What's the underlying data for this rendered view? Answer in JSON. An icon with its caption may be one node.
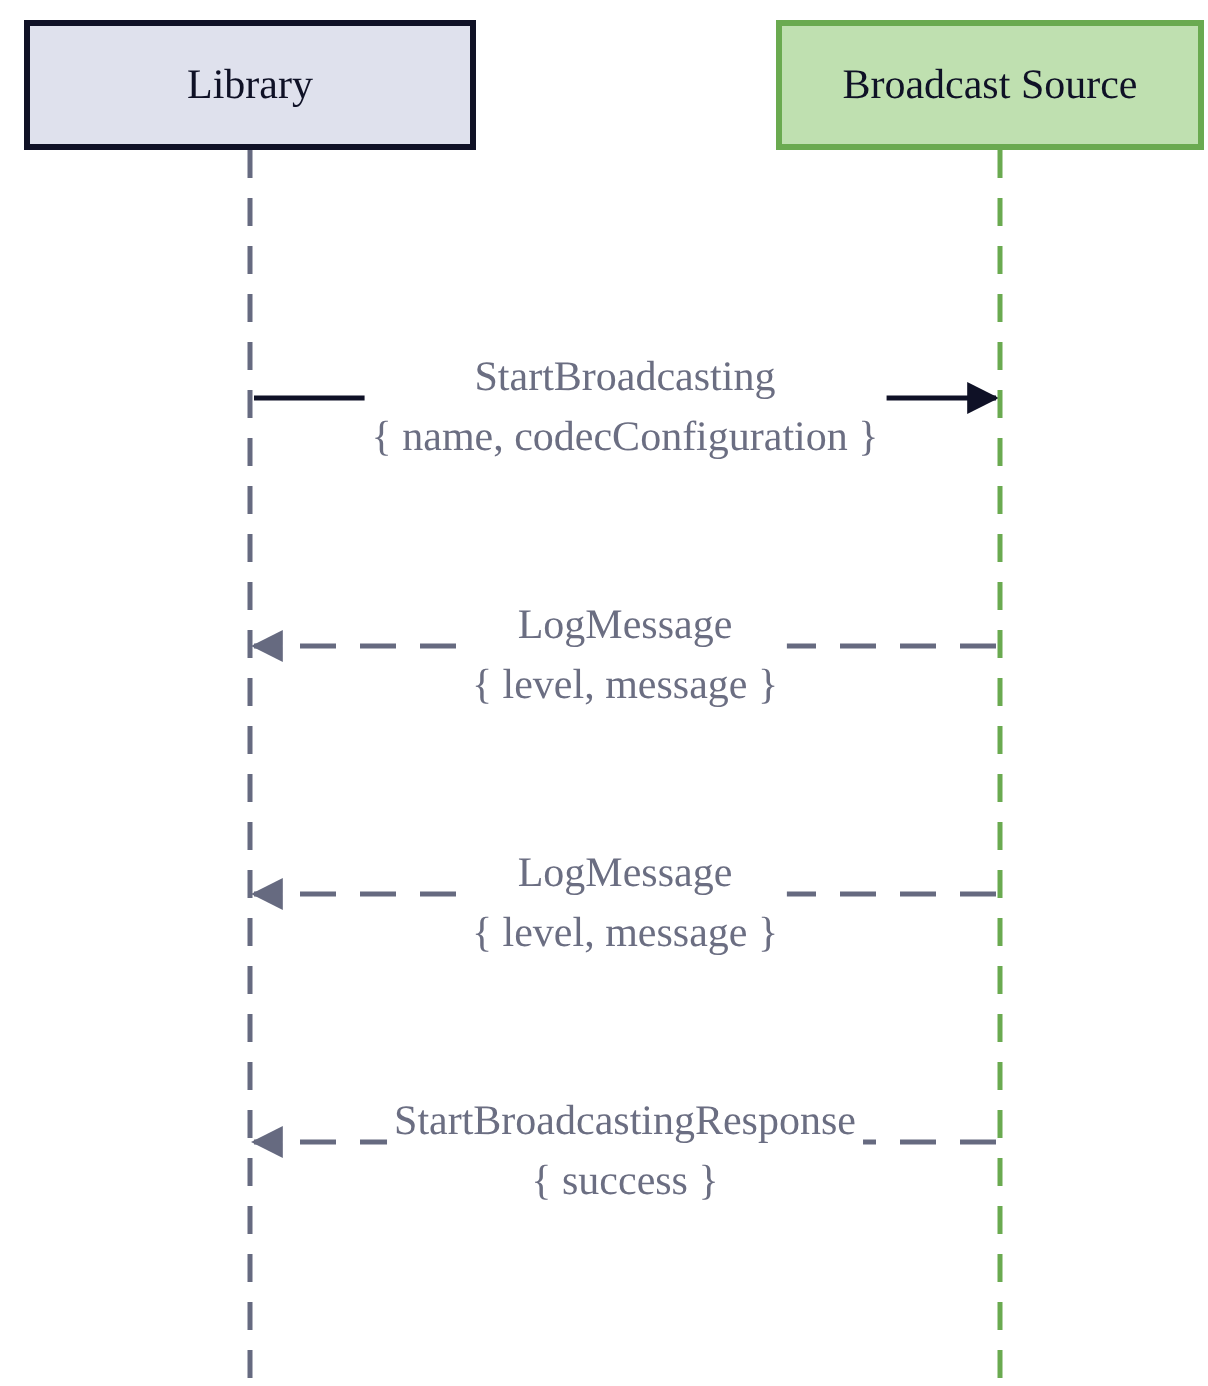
{
  "diagram": {
    "nodes": [
      {
        "text": [
          "Library"
        ]
      },
      {
        "text": [
          "Broadcast Source"
        ]
      },
      {
        "text": [],
        "shape": "line"
      },
      {
        "text": [],
        "shape": "line"
      }
    ],
    "edges": [
      {
        "from": 2,
        "to": 3,
        "arrow": "to",
        "label": "StartBroadcasting { name, codecConfiguration }",
        "color": "#0f1126"
      },
      {
        "from": 3,
        "to": 2,
        "arrow": "to",
        "label": "LogMessage { level, message }",
        "style": "dashed"
      },
      {
        "from": 3,
        "to": 2,
        "arrow": "to",
        "label": "LogMessage { level, message }",
        "style": "dashed"
      },
      {
        "from": 3,
        "to": 2,
        "arrow": "to",
        "label": "StartBroadcastingResponse { success }",
        "style": "dashed"
      }
    ]
  }
}
